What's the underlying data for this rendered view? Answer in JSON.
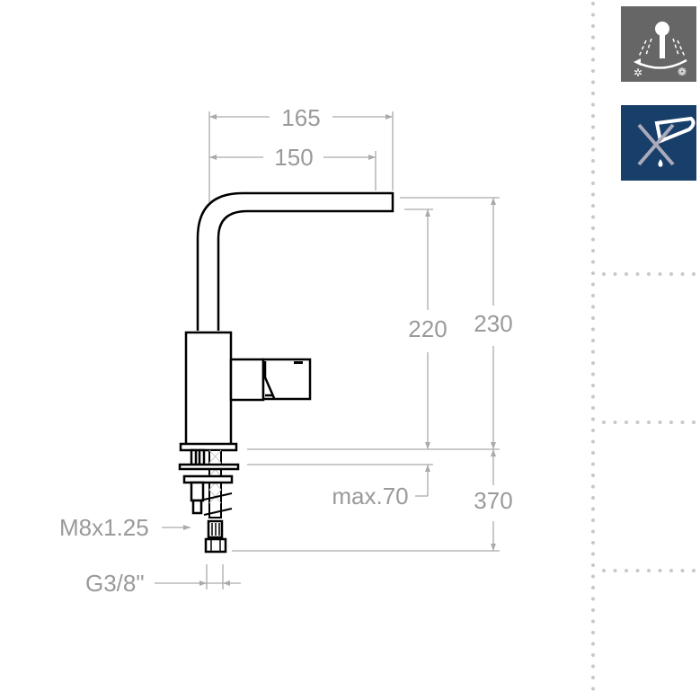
{
  "dimensions": {
    "spout_reach_total": "165",
    "spout_reach": "150",
    "spout_height": "220",
    "total_height": "230",
    "max_deck_thickness": "max.70",
    "hose_length": "370",
    "stud_thread": "M8x1.25",
    "connection_thread": "G3/8\""
  },
  "icons": [
    {
      "name": "hot-cold-mixing-icon",
      "bg": "#666666"
    },
    {
      "name": "no-pressure-boiler-icon",
      "bg": "#183f69"
    }
  ]
}
